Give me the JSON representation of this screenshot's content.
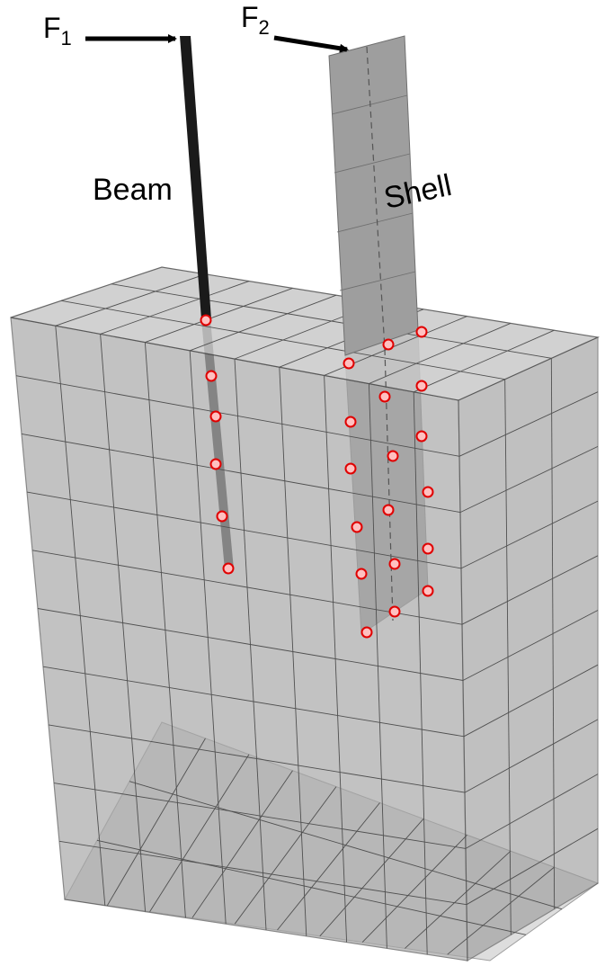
{
  "labels": {
    "force1": {
      "base": "F",
      "sub": "1"
    },
    "force2": {
      "base": "F",
      "sub": "2"
    },
    "beam": "Beam",
    "shell": "Shell"
  },
  "colors": {
    "solid_face": "#a6a6a6",
    "solid_top": "#c9c9c9",
    "solid_side": "#9a9a9a",
    "mesh_line": "#505050",
    "beam": "#1a1a1a",
    "beam_embedded": "#3c3c3c",
    "shell": "#9e9e9e",
    "shell_embedded": "#8a8a8a",
    "node_fill": "#ffc0c0",
    "node_stroke": "#e00000",
    "arrow": "#000000"
  }
}
